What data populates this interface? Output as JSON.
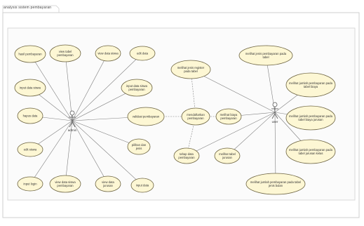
{
  "diagram": {
    "frame_title": "analysis sistem pembayaran",
    "colors": {
      "usecase_fill": "#fdf7d4",
      "usecase_stroke": "#6b6240",
      "line": "#7f7f7f",
      "frame": "#cfcfcf",
      "panel": "#fbfbfb"
    },
    "actors": [
      {
        "id": "a1",
        "label": "admin"
      },
      {
        "id": "a2",
        "label": "user"
      }
    ],
    "usecases": [
      {
        "id": "u1",
        "label": "hasil pembayaran"
      },
      {
        "id": "u2",
        "label": "view tabel pembayaran"
      },
      {
        "id": "u3",
        "label": "view data siswa"
      },
      {
        "id": "u4",
        "label": "edit data"
      },
      {
        "id": "u5",
        "label": "input data siswa"
      },
      {
        "id": "u6",
        "label": "input data siswa pembayaran"
      },
      {
        "id": "u7",
        "label": "hapus data"
      },
      {
        "id": "u8",
        "label": "edit siswa"
      },
      {
        "id": "u9",
        "label": "input login"
      },
      {
        "id": "u10",
        "label": "view data siswa pembayaran"
      },
      {
        "id": "u11",
        "label": "view data jurusan"
      },
      {
        "id": "u12",
        "label": "input data"
      },
      {
        "id": "u13",
        "label": "validasi pembayaran"
      },
      {
        "id": "u14",
        "label": "pilihan dan jenis"
      },
      {
        "id": "u15",
        "label": "melihat jenis register pada tabel"
      },
      {
        "id": "u16",
        "label": "mendaftarkan pembayaran"
      },
      {
        "id": "u17",
        "label": "melihat biaya pembayaran"
      },
      {
        "id": "u18",
        "label": "tahap data pembayaran"
      },
      {
        "id": "u19",
        "label": "melihat tabel jurusan"
      },
      {
        "id": "u20",
        "label": "melihat jenis pembayaran pada tabel"
      },
      {
        "id": "u21",
        "label": "melihat jumlah pembayaran pada tabel biaya"
      },
      {
        "id": "u22",
        "label": "melihat jumlah pembayaran pada tabel biaya jurusan"
      },
      {
        "id": "u23",
        "label": "melihat jumlah pembayaran pada tabel jurusan kelas"
      },
      {
        "id": "u24",
        "label": "melihat jumlah pembayaran pada tabel jenis bulan"
      }
    ],
    "links": [
      [
        "a1",
        "u1"
      ],
      [
        "a1",
        "u2"
      ],
      [
        "a1",
        "u3"
      ],
      [
        "a1",
        "u4"
      ],
      [
        "a1",
        "u5"
      ],
      [
        "a1",
        "u6"
      ],
      [
        "a1",
        "u7"
      ],
      [
        "a1",
        "u8"
      ],
      [
        "a1",
        "u9"
      ],
      [
        "a1",
        "u10"
      ],
      [
        "a1",
        "u11"
      ],
      [
        "a1",
        "u12"
      ],
      [
        "a1",
        "u13"
      ],
      [
        "a1",
        "u14"
      ],
      [
        "a2",
        "u15"
      ],
      [
        "a2",
        "u17"
      ],
      [
        "a2",
        "u18"
      ],
      [
        "a2",
        "u19"
      ],
      [
        "a2",
        "u20"
      ],
      [
        "a2",
        "u21"
      ],
      [
        "a2",
        "u22"
      ],
      [
        "a2",
        "u23"
      ],
      [
        "a2",
        "u24"
      ]
    ],
    "includes": [
      [
        "u16",
        "u15"
      ],
      [
        "u16",
        "u18"
      ],
      [
        "u13",
        "u16"
      ],
      [
        "u16",
        "u17"
      ]
    ]
  }
}
